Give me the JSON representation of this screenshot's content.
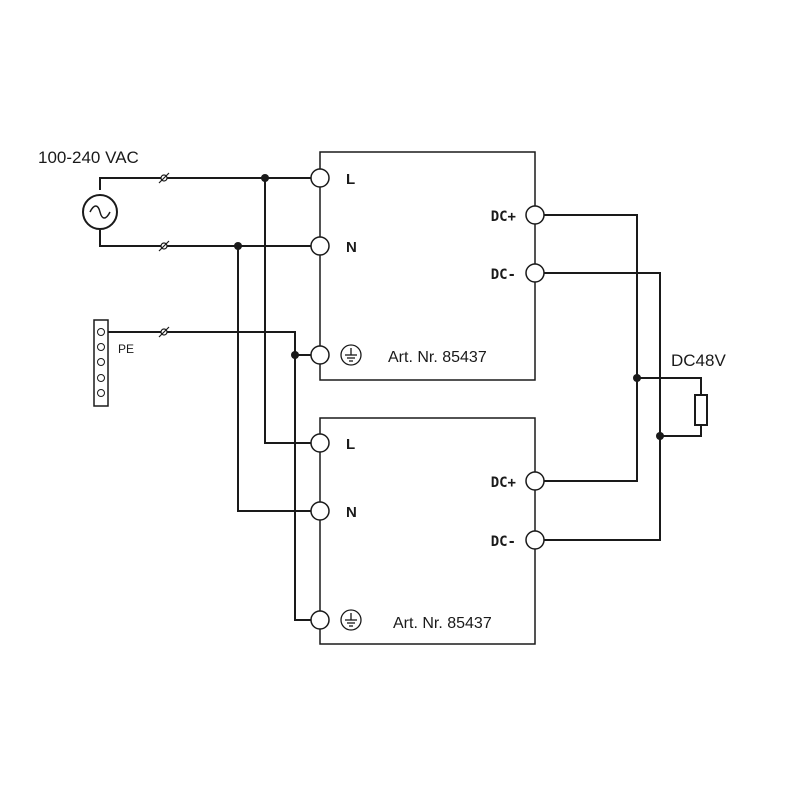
{
  "supply": {
    "label": "100-240 VAC",
    "icon": "ac-source-icon"
  },
  "pe_bar": {
    "label": "PE",
    "icon": "terminal-strip-icon"
  },
  "output": {
    "label": "DC48V",
    "icon": "resistor-icon"
  },
  "units": [
    {
      "terminals": {
        "l": "L",
        "n": "N",
        "pe_icon": "earth-ground-icon"
      },
      "outputs": {
        "pos": "DC+",
        "neg": "DC-"
      },
      "art_nr": "Art. Nr. 85437"
    },
    {
      "terminals": {
        "l": "L",
        "n": "N",
        "pe_icon": "earth-ground-icon"
      },
      "outputs": {
        "pos": "DC+",
        "neg": "DC-"
      },
      "art_nr": "Art. Nr. 85437"
    }
  ],
  "colors": {
    "line": "#1a1a1a",
    "background": "#ffffff"
  }
}
